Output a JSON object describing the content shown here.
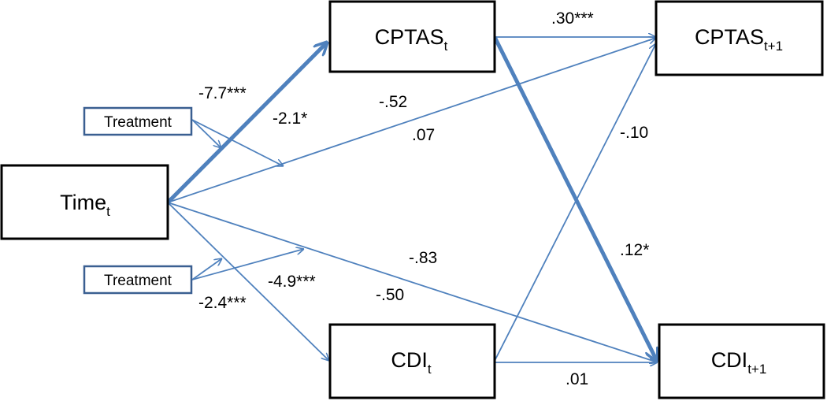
{
  "nodes": {
    "time_t": {
      "label": "Time",
      "sub": "t"
    },
    "cptas_t": {
      "label": "CPTAS",
      "sub": "t"
    },
    "cptas_t1": {
      "label": "CPTAS",
      "sub": "t+1"
    },
    "cdi_t": {
      "label": "CDI",
      "sub": "t"
    },
    "cdi_t1": {
      "label": "CDI",
      "sub": "t+1"
    },
    "treatment_top": {
      "label": "Treatment"
    },
    "treatment_bottom": {
      "label": "Treatment"
    }
  },
  "coefficients": {
    "time_to_cptas": "-7.7***",
    "treatment_to_cptas": "-2.1*",
    "time_to_cptas_t1": "-.52",
    "treatment_to_cptas_t1": ".07",
    "cptas_to_cptas_t1": ".30***",
    "cdi_to_cptas_t1": "-.10",
    "cptas_to_cdi_t1": ".12*",
    "time_to_cdi_t1": "-.83",
    "treatment_to_cdi_t1": "-.50",
    "treatment_to_cdi": "-4.9***",
    "time_to_cdi": "-2.4***",
    "cdi_to_cdi_t1": ".01"
  },
  "colors": {
    "path": "#4f81bd",
    "treatment_border": "#3a5f91",
    "node_border": "#000000"
  }
}
